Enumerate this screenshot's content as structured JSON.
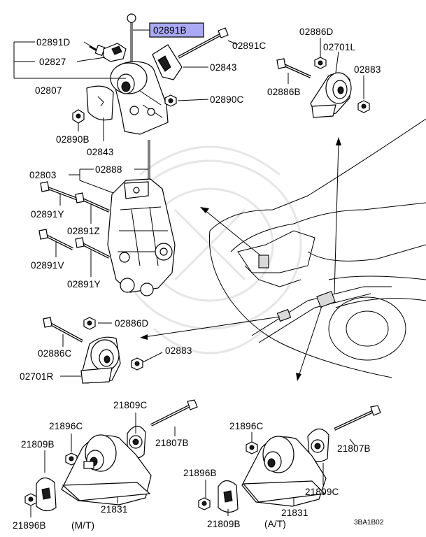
{
  "diagram": {
    "highlight_color": "#a9a9f5",
    "highlighted_label": "02891B",
    "labels": {
      "l_02891D": "02891D",
      "l_02827": "02827",
      "l_02807": "02807",
      "l_02891B": "02891B",
      "l_02891C": "02891C",
      "l_02843_top": "02843",
      "l_02890C": "02890C",
      "l_02890B": "02890B",
      "l_02843_bot": "02843",
      "l_02886D_top": "02886D",
      "l_02701L": "02701L",
      "l_02883_top": "02883",
      "l_02886B": "02886B",
      "l_02803": "02803",
      "l_02888": "02888",
      "l_02891Y_a": "02891Y",
      "l_02891Z": "02891Z",
      "l_02891V": "02891V",
      "l_02891Y_b": "02891Y",
      "l_02886D_mid": "02886D",
      "l_02886C": "02886C",
      "l_02883_mid": "02883",
      "l_02701R": "02701R",
      "l_21809C_left": "21809C",
      "l_21896C_left": "21896C",
      "l_21807B_left": "21807B",
      "l_21809B_left": "21809B",
      "l_21831_left": "21831",
      "l_21896B_left": "21896B",
      "l_mt": "(M/T)",
      "l_21896C_right": "21896C",
      "l_21807B_right": "21807B",
      "l_21896B_right": "21896B",
      "l_21809C_right": "21809C",
      "l_21831_right": "21831",
      "l_21809B_right": "21809B",
      "l_at": "(A/T)",
      "l_code": "3BA1B02"
    }
  }
}
